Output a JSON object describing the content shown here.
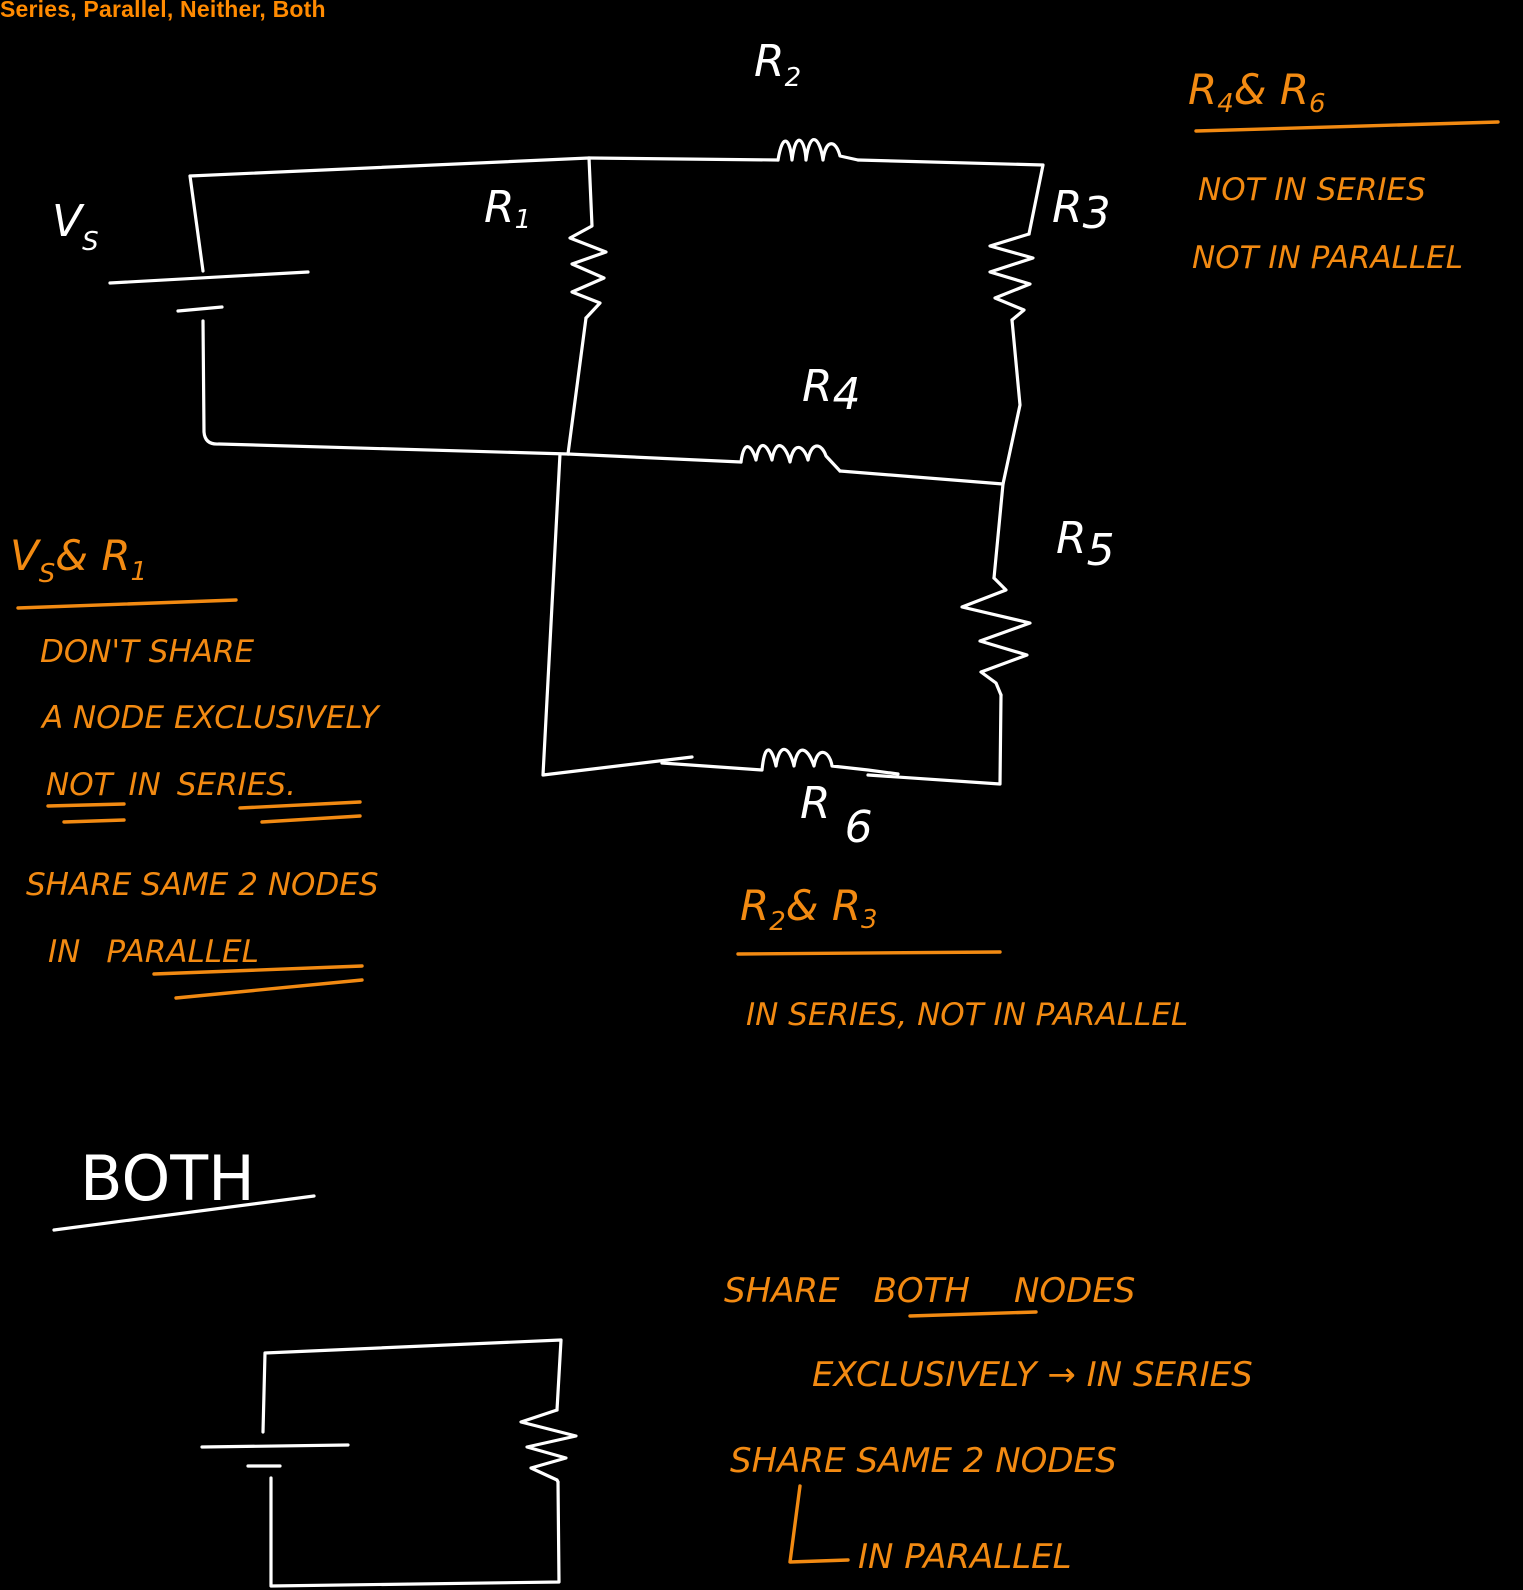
{
  "title": "Series, Parallel, Neither, Both",
  "circuit": {
    "source_label": "V",
    "source_sub": "S",
    "resistors": [
      "R1",
      "R2",
      "R3",
      "R4",
      "R5",
      "R6"
    ],
    "r_main": [
      "R",
      "R",
      "R",
      "R",
      "R",
      "R"
    ],
    "r_sub": [
      "1",
      "2",
      "3",
      "4",
      "5",
      "6"
    ]
  },
  "notes": {
    "vs_r1": {
      "heading_main1": "V",
      "heading_sub1": "S",
      "heading_rest": "& R",
      "heading_sub2": "1",
      "line1": "DON'T SHARE",
      "line2": "A NODE EXCLUSIVELY",
      "line3_a": "NOT",
      "line3_b": "IN",
      "line3_c": "SERIES.",
      "line4": "SHARE SAME 2 NODES",
      "line5_a": "IN",
      "line5_b": "PARALLEL"
    },
    "r4_r6": {
      "heading_a": "R",
      "heading_sub1": "4",
      "heading_amp": "& R",
      "heading_sub2": "6",
      "line1": "NOT IN SERIES",
      "line2": "NOT IN PARALLEL"
    },
    "r2_r3": {
      "heading_a": "R",
      "heading_sub1": "2",
      "heading_amp": "& R",
      "heading_sub2": "3",
      "line1": "IN SERIES, NOT IN PARALLEL"
    },
    "both": {
      "heading": "BOTH",
      "line1_a": "SHARE",
      "line1_b": "BOTH",
      "line1_c": "NODES",
      "line2": "EXCLUSIVELY → IN SERIES",
      "line3": "SHARE SAME 2 NODES",
      "line4": "IN PARALLEL"
    }
  },
  "colors": {
    "background": "#000000",
    "ink_white": "#ffffff",
    "ink_orange": "#f28a12",
    "title": "#ff8a00"
  }
}
